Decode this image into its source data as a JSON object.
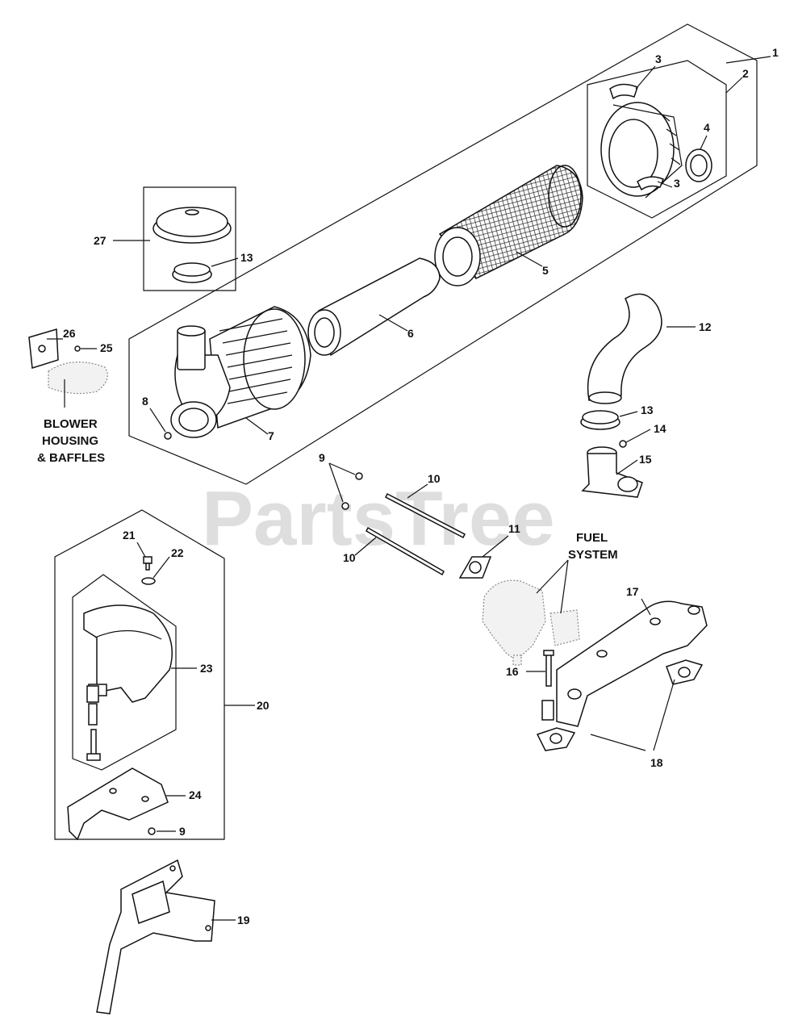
{
  "watermark": "PartsTree",
  "callouts": {
    "c1": "1",
    "c2": "2",
    "c3a": "3",
    "c3b": "3",
    "c4": "4",
    "c5": "5",
    "c6": "6",
    "c7": "7",
    "c8": "8",
    "c9a": "9",
    "c9b": "9",
    "c10a": "10",
    "c10b": "10",
    "c11": "11",
    "c12": "12",
    "c13a": "13",
    "c13b": "13",
    "c14": "14",
    "c15": "15",
    "c16": "16",
    "c17": "17",
    "c18": "18",
    "c19": "19",
    "c20": "20",
    "c21": "21",
    "c22": "22",
    "c23": "23",
    "c24": "24",
    "c25": "25",
    "c26": "26",
    "c27": "27"
  },
  "notes": {
    "blower_line1": "BLOWER",
    "blower_line2": "HOUSING",
    "blower_line3": "& BAFFLES",
    "fuel_line1": "FUEL",
    "fuel_line2": "SYSTEM"
  }
}
